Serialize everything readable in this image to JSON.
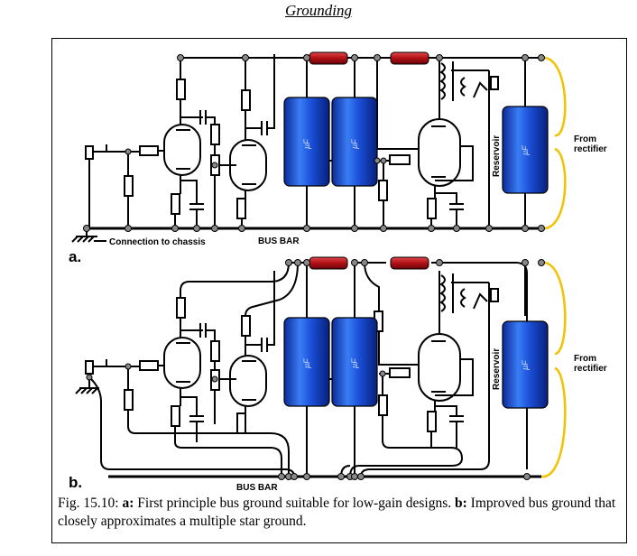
{
  "header": {
    "title": "Grounding"
  },
  "diagram_a": {
    "panel_label": "a.",
    "connection_label": "Connection to chassis",
    "bus_bar_label": "BUS BAR",
    "reservoir_label": "Reservoir",
    "from_label_1": "From",
    "from_label_2": "rectifier",
    "cap_marking": "µF"
  },
  "diagram_b": {
    "panel_label": "b.",
    "bus_bar_label": "BUS BAR",
    "reservoir_label": "Reservoir",
    "from_label_1": "From",
    "from_label_2": "rectifier",
    "cap_marking": "µF"
  },
  "caption": {
    "fig_number": "Fig. 15.10: ",
    "part_a_label": "a:",
    "part_a_text": " First principle bus ground suitable for low-gain designs. ",
    "part_b_label": "b:",
    "part_b_text": " Improved bus ground that closely approximates a multiple star ground."
  },
  "colors": {
    "wire": "#000000",
    "capacitor_blue": "#1a4fd8",
    "resistor_red": "#c0151a",
    "rectifier_lead": "#f2c200",
    "tube_fill": "#ffffff"
  }
}
